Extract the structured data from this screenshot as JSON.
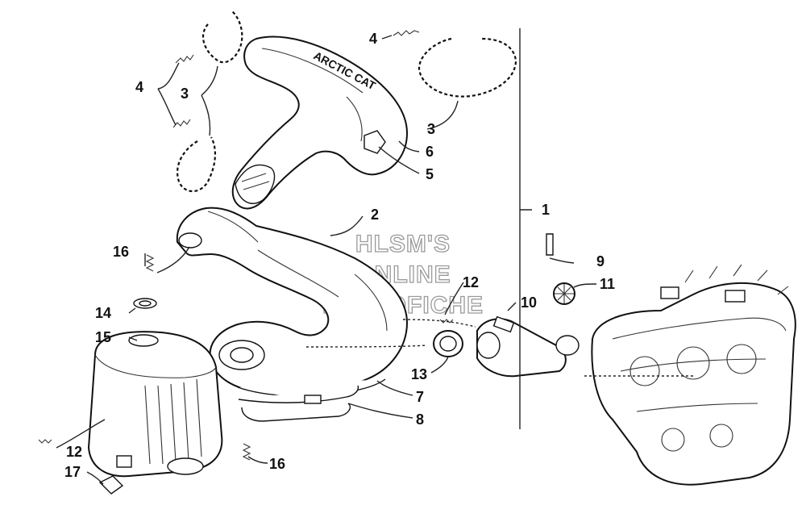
{
  "watermark": {
    "line1": "HLSM'S",
    "line2": "ONLINE",
    "line3": "MICROFICHE"
  },
  "brand_text": "ARCTIC CAT",
  "callouts": [
    {
      "id": "1",
      "text": "1"
    },
    {
      "id": "2",
      "text": "2"
    },
    {
      "id": "3a",
      "text": "3"
    },
    {
      "id": "3b",
      "text": "3"
    },
    {
      "id": "4a",
      "text": "4"
    },
    {
      "id": "4b",
      "text": "4"
    },
    {
      "id": "5",
      "text": "5"
    },
    {
      "id": "6",
      "text": "6"
    },
    {
      "id": "7",
      "text": "7"
    },
    {
      "id": "8",
      "text": "8"
    },
    {
      "id": "9",
      "text": "9"
    },
    {
      "id": "10",
      "text": "10"
    },
    {
      "id": "11",
      "text": "11"
    },
    {
      "id": "12a",
      "text": "12"
    },
    {
      "id": "12b",
      "text": "12"
    },
    {
      "id": "13",
      "text": "13"
    },
    {
      "id": "14",
      "text": "14"
    },
    {
      "id": "15",
      "text": "15"
    },
    {
      "id": "16a",
      "text": "16"
    },
    {
      "id": "16b",
      "text": "16"
    },
    {
      "id": "17",
      "text": "17"
    }
  ]
}
